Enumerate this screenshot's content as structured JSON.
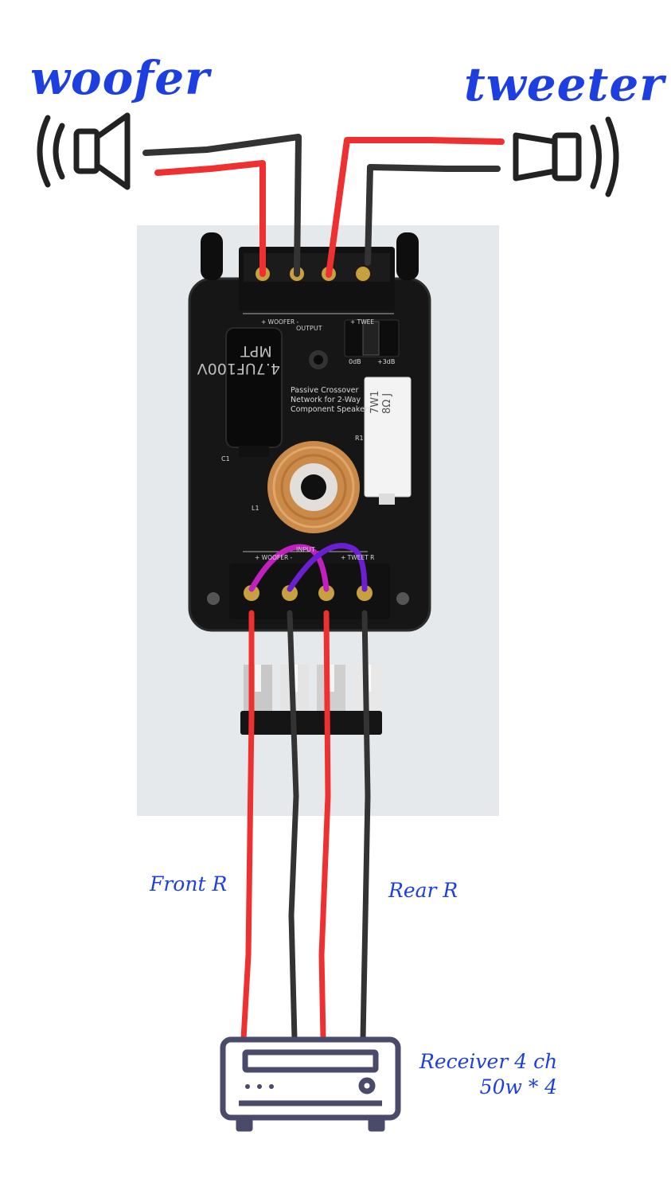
{
  "labels": {
    "woofer": "woofer",
    "tweeter": "tweeter",
    "front": "Front R",
    "rear": "Rear R",
    "receiver_line1": "Receiver 4 ch",
    "receiver_line2": "50w * 4"
  },
  "board": {
    "caption_line1": "Passive Crossover",
    "caption_line2": "Network for 2-Way",
    "caption_line3": "Component Speakers",
    "output_label": "OUTPUT",
    "input_label": "INPUT",
    "woofer_out": "+ WOOFER -",
    "tweeter_out": "+ TWEE",
    "woofer_in": "+ WOOFER -",
    "tweeter_in": "+ TWEET R",
    "switch_0db": "0dB",
    "switch_3db": "+3dB",
    "c1": "C1",
    "l1": "L1",
    "r1": "R1",
    "capacitor_text": "4.7UF100V MPT",
    "resistor_text": "7W1 8Ω J"
  },
  "colors": {
    "label_blue": "#1e3fe0",
    "wire_red": "#ee3030",
    "wire_black": "#333333",
    "jumper_magenta": "#c020c0",
    "jumper_purple": "#6a1fd0",
    "receiver_stroke": "#4a4a6a"
  },
  "icons": {
    "woofer": "speaker-icon",
    "tweeter": "speaker-icon",
    "receiver": "receiver-icon"
  }
}
